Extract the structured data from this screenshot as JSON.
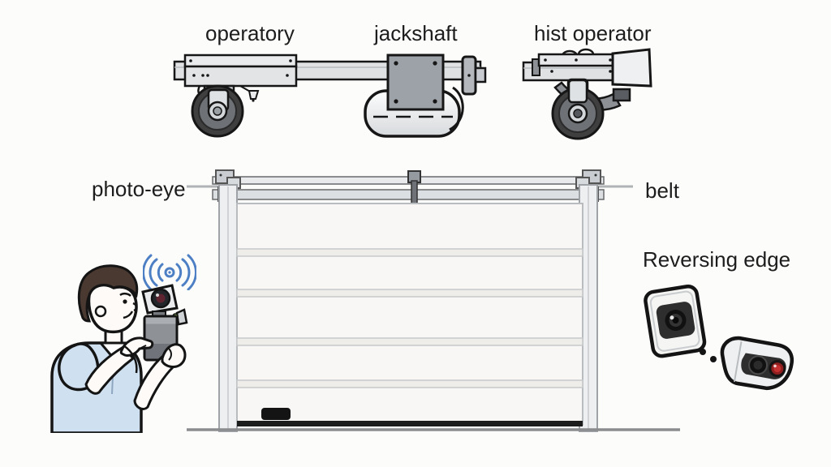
{
  "title": "Garage door components diagram",
  "labels": {
    "operatory": "operatory",
    "jackshaft": "jackshaft",
    "hist_operator": "hist operator",
    "photo_eye": "photo-eye",
    "belt": "belt",
    "reversing_edge": "Reversing edge"
  },
  "icons": {
    "trolley": "rail-trolley-illustration",
    "jackshaft_motor": "jackshaft-motor-illustration",
    "hoist_operator": "hoist-operator-illustration",
    "garage_door": "garage-door-illustration",
    "technician": "technician-with-photo-eye-illustration",
    "wireless_signal": "wireless-signal-icon",
    "square_sensor": "wall-photo-eye-sensor-icon",
    "angled_sensor": "reversing-edge-sensor-icon",
    "beam_dots": "sensor-beam-dots-icon"
  },
  "colors": {
    "background": "#fcfcfb",
    "outline": "#161616",
    "label_text": "#1d1d1d",
    "metal_light": "#dfe1e3",
    "metal_plate": "#9da2a8",
    "wheel_tire": "#3f3f3f",
    "door_panel": "#f8f7f5",
    "door_groove": "#c6c9cb",
    "shirt_blue": "#cfe0f1",
    "hair_brown": "#4a3930",
    "skin": "#fdfaf7",
    "signal_blue": "#4d7fc4",
    "lens_red": "#c43030",
    "ground": "#8a8c8e"
  }
}
